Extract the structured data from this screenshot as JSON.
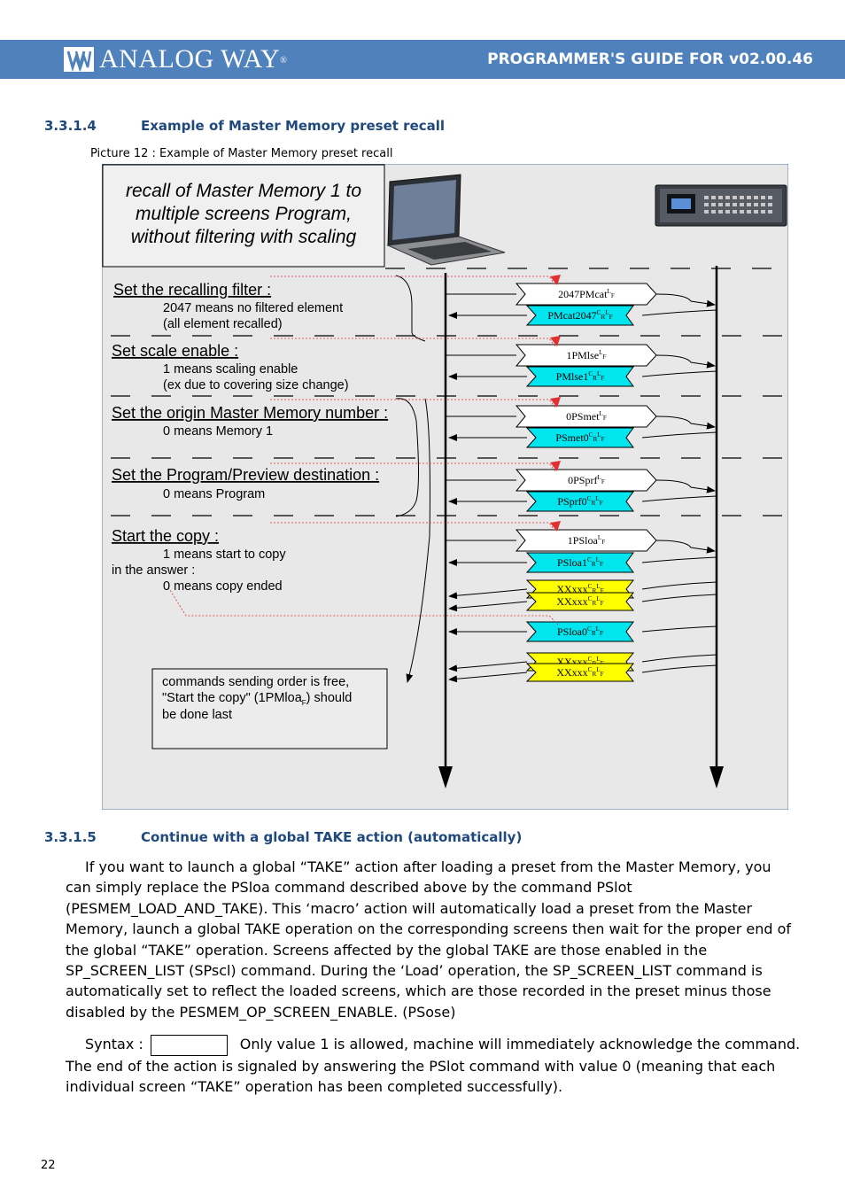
{
  "header": {
    "logo_text": "ANALOG WAY",
    "logo_reg": "®",
    "title": "PROGRAMMER'S GUIDE FOR v02.00.46"
  },
  "section1": {
    "number": "3.3.1.4",
    "title": "Example of Master Memory preset recall"
  },
  "caption": "Picture 12 : Example of Master Memory preset recall",
  "diagram": {
    "title_lines": [
      "recall of Master Memory 1 to",
      "multiple screens Program,",
      "without filtering with scaling"
    ],
    "steps": [
      {
        "title": "Set the recalling filter :",
        "lines": [
          "2047 means no filtered element",
          "(all element recalled)"
        ]
      },
      {
        "title": "Set scale enable :",
        "lines": [
          "1 means scaling enable",
          "(ex due to covering size change)"
        ]
      },
      {
        "title": "Set the origin Master Memory number :",
        "lines": [
          "0 means Memory 1"
        ]
      },
      {
        "title": "Set the Program/Preview destination :",
        "lines": [
          "0 means Program"
        ]
      },
      {
        "title": "Start the copy :",
        "lines": [
          "1 means start to copy"
        ]
      }
    ],
    "answer_label": "in the answer :",
    "answer_line": "0 means copy ended",
    "note_lines": [
      "commands sending order is free,",
      "\"Start the copy\" (1PMloa",
      ") should",
      "be done last"
    ],
    "note_cmd_sub": "F",
    "commands": [
      {
        "main": "2047PMcat",
        "sup": "L",
        "sub": "F"
      },
      {
        "main": "1PMlse",
        "sup": "L",
        "sub": "F"
      },
      {
        "main": "0PSmet",
        "sup": "L",
        "sub": "F"
      },
      {
        "main": "0PSprf",
        "sup": "L",
        "sub": "F"
      },
      {
        "main": "1PSloa",
        "sup": "L",
        "sub": "F"
      }
    ],
    "responses": [
      {
        "main": "PMcat2047",
        "sup1": "C",
        "sub1": "R",
        "sup2": "L",
        "sub2": "F"
      },
      {
        "main": "PMlse1",
        "sup1": "C",
        "sub1": "R",
        "sup2": "L",
        "sub2": "F"
      },
      {
        "main": "PSmet0",
        "sup1": "C",
        "sub1": "R",
        "sup2": "L",
        "sub2": "F"
      },
      {
        "main": "PSprf0",
        "sup1": "C",
        "sub1": "R",
        "sup2": "L",
        "sub2": "F"
      },
      {
        "main": "PSloa1",
        "sup1": "C",
        "sub1": "R",
        "sup2": "L",
        "sub2": "F"
      },
      {
        "main": "PSloa0",
        "sup1": "C",
        "sub1": "R",
        "sup2": "L",
        "sub2": "F"
      }
    ],
    "yellow_label": "XXxxx",
    "colors": {
      "cyan": "#00e5ee",
      "yellow": "#ffff00",
      "background": "#e8e8e8",
      "red": "#e03030"
    }
  },
  "section2": {
    "number": "3.3.1.5",
    "title": "Continue with a global TAKE action (automatically)"
  },
  "paragraph": "If you want to launch a global “TAKE” action after loading a preset from the Master Memory, you can simply replace the PSloa command described above by the command PSlot (PESMEM_LOAD_AND_TAKE). This ‘macro’ action will automatically load a preset from the Master Memory, launch a global TAKE operation on the corresponding screens then wait for the proper end of the global “TAKE” operation. Screens affected by the global TAKE are those enabled in the SP_SCREEN_LIST (SPscl) command. During the ‘Load’ operation, the SP_SCREEN_LIST command is automatically set to reflect the loaded screens, which are those recorded in the preset minus those disabled by the PESMEM_OP_SCREEN_ENABLE. (PSose)",
  "syntax": {
    "label": "Syntax :",
    "text": "Only value 1 is allowed, machine will immediately acknowledge the command. The end of the action is signaled by answering the PSlot command with value 0 (meaning that each individual screen “TAKE” operation has been completed successfully)."
  },
  "page_number": "22"
}
